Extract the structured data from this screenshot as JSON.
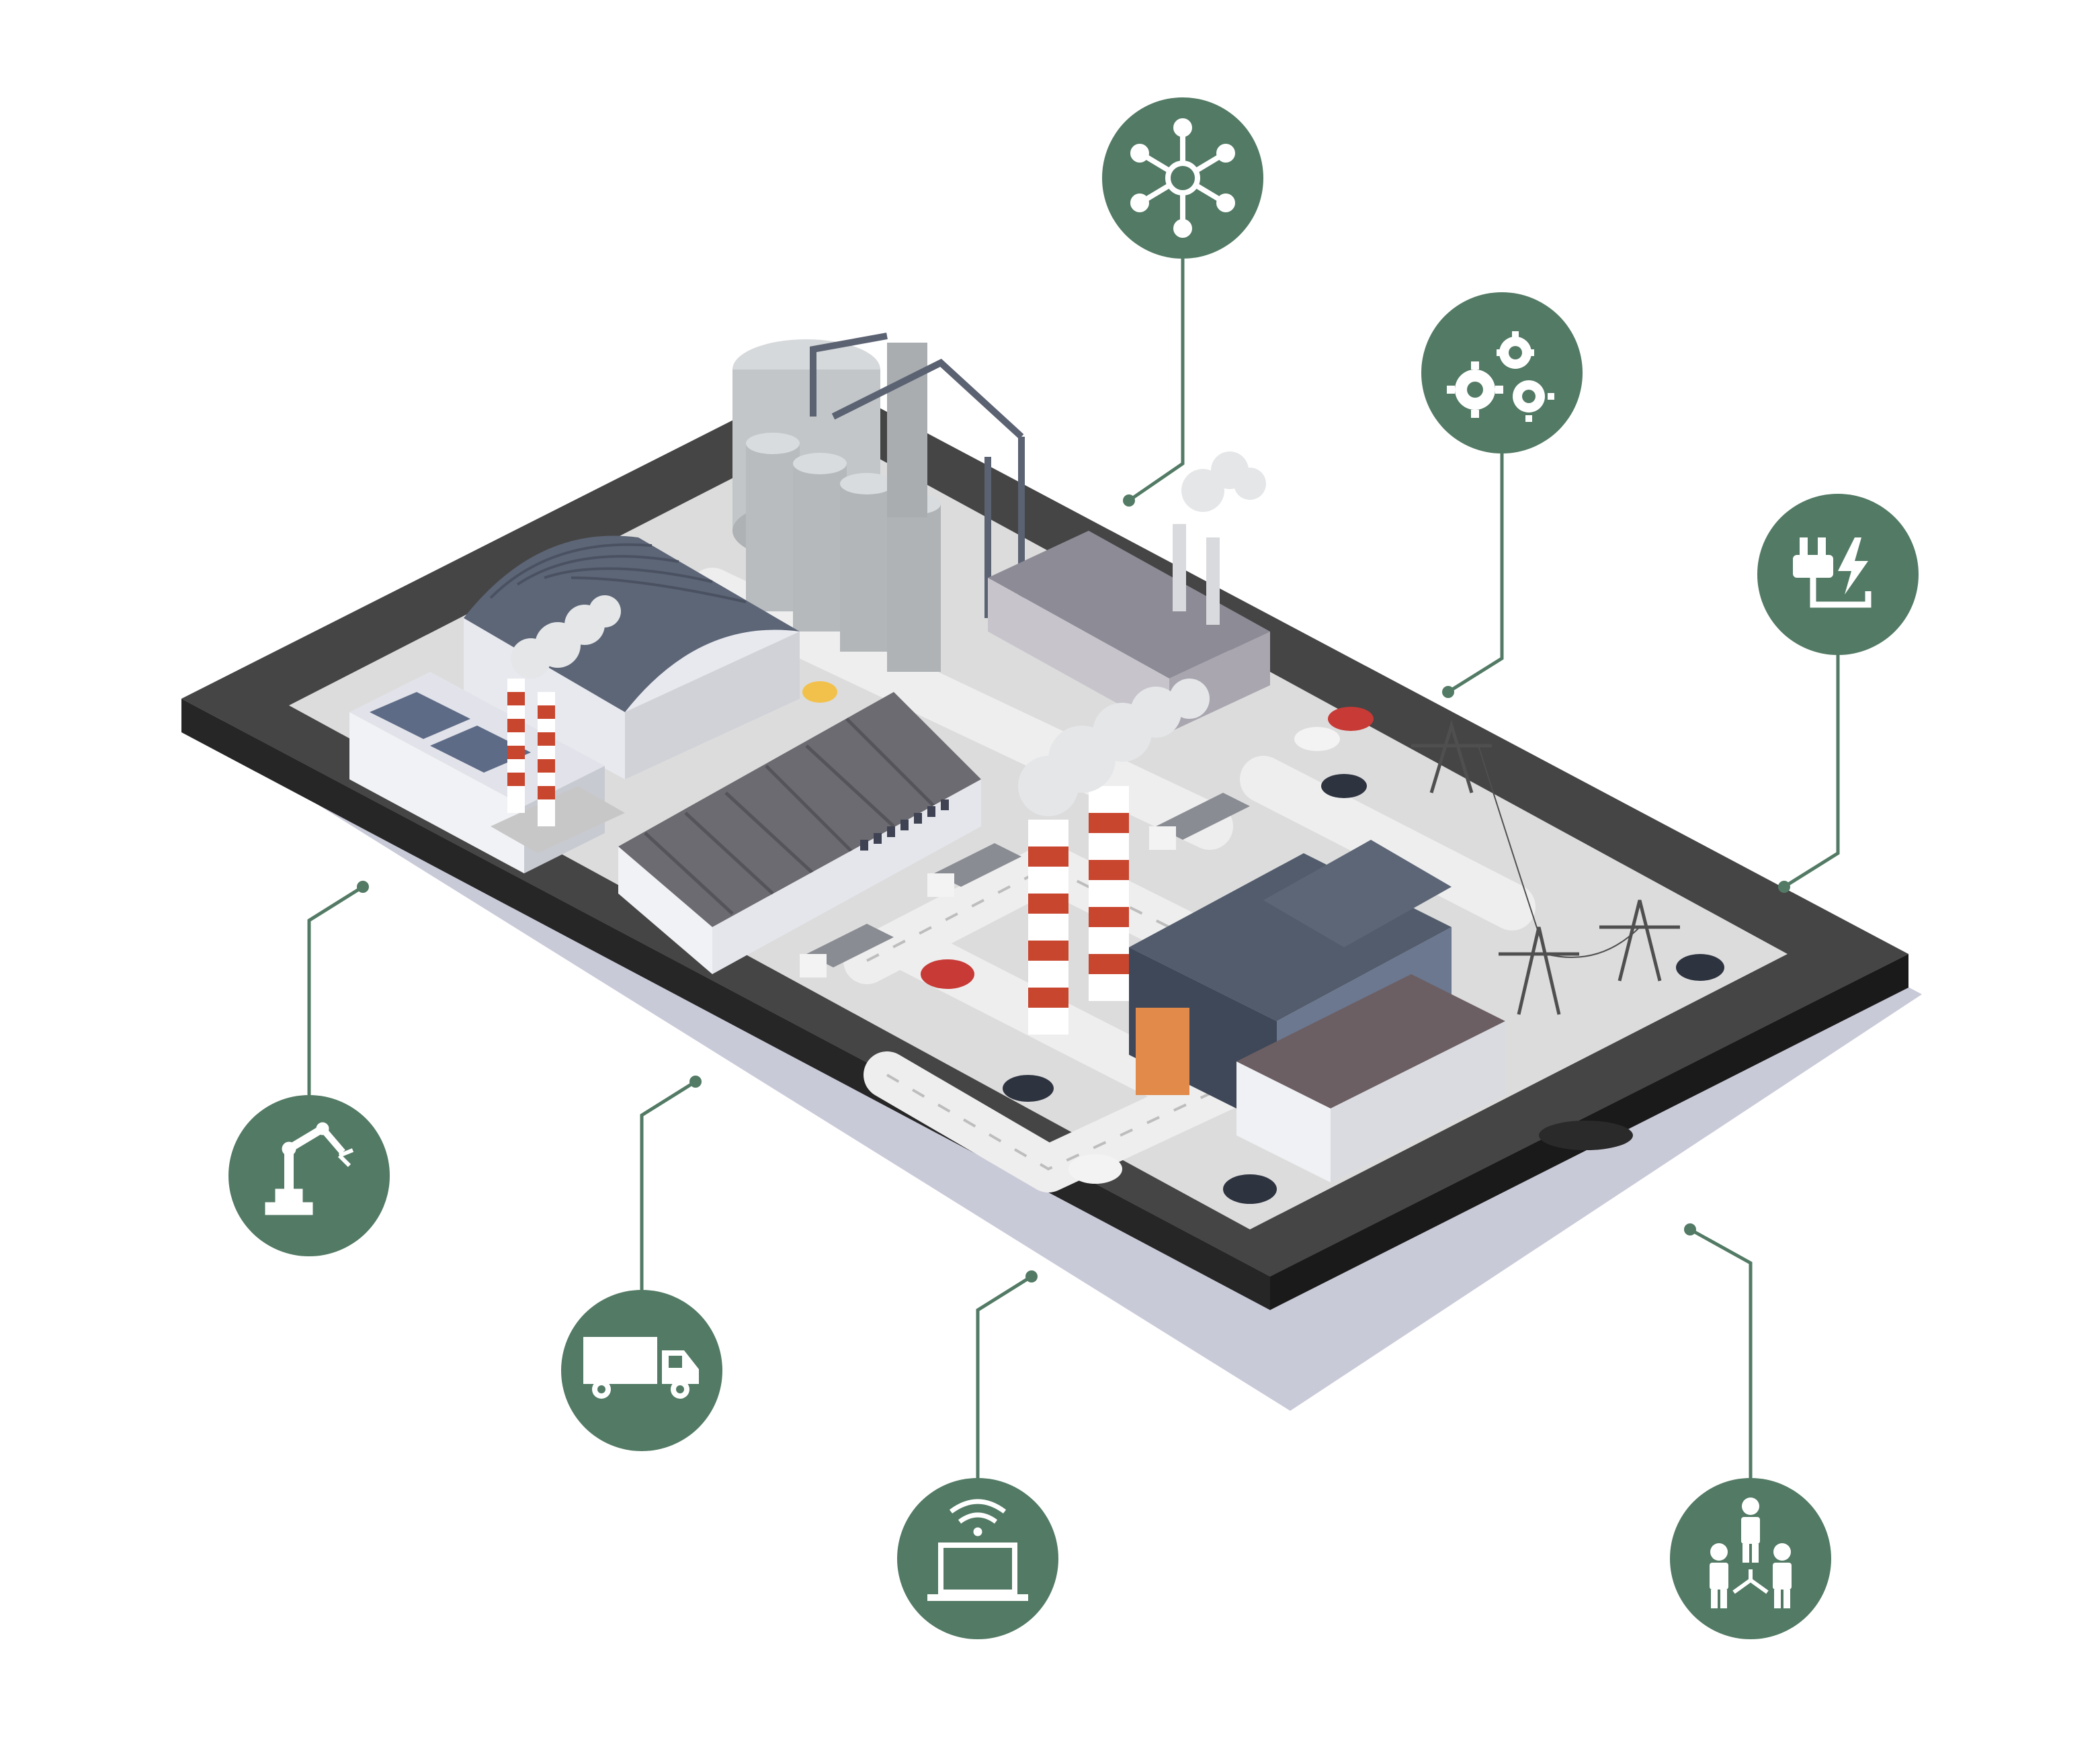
{
  "colors": {
    "background": "#ffffff",
    "accent_green": "#527a64",
    "connector": "#527a64",
    "tablet_body": "#454545",
    "tablet_bezel_edge": "#262626",
    "tablet_shadow": "#c9cad8",
    "screen_ground": "#dcdcdc",
    "road": "#eeeeee",
    "roof_blue": "#5d6677",
    "roof_grey": "#6c6b71",
    "wall": "#e8e9ef",
    "stack_red": "#c9462e",
    "silo": "#c2c6c8",
    "smoke": "#e4e6e8"
  },
  "scene": {
    "subject": "smart-factory",
    "device": "tablet"
  },
  "icons": [
    {
      "id": "network",
      "icon": "network-hub-icon"
    },
    {
      "id": "gears",
      "icon": "gears-icon"
    },
    {
      "id": "energy",
      "icon": "plug-lightning-icon"
    },
    {
      "id": "robot",
      "icon": "robotic-arm-icon"
    },
    {
      "id": "logistics",
      "icon": "delivery-truck-icon"
    },
    {
      "id": "wireless",
      "icon": "wifi-laptop-icon"
    },
    {
      "id": "workforce",
      "icon": "team-hierarchy-icon"
    }
  ]
}
